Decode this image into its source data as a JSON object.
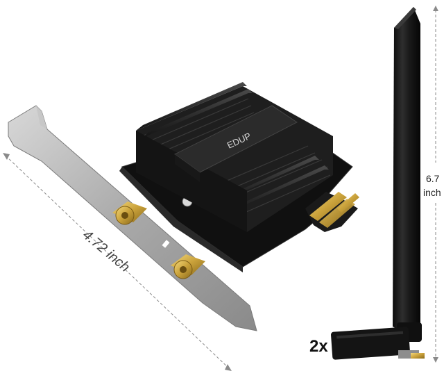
{
  "product": {
    "brand_logo": "EDUP",
    "dimension_width": "4.72 inch",
    "dimension_height_line1": "6.7",
    "dimension_height_line2": "inch",
    "antenna_quantity": "2x"
  },
  "colors": {
    "background": "#ffffff",
    "heatsink": "#1c1c1c",
    "pcb": "#111111",
    "bracket": "#a9a9a9",
    "gold": "#c9a13a",
    "dimension_line": "#7a7a7a",
    "antenna": "#151515"
  }
}
